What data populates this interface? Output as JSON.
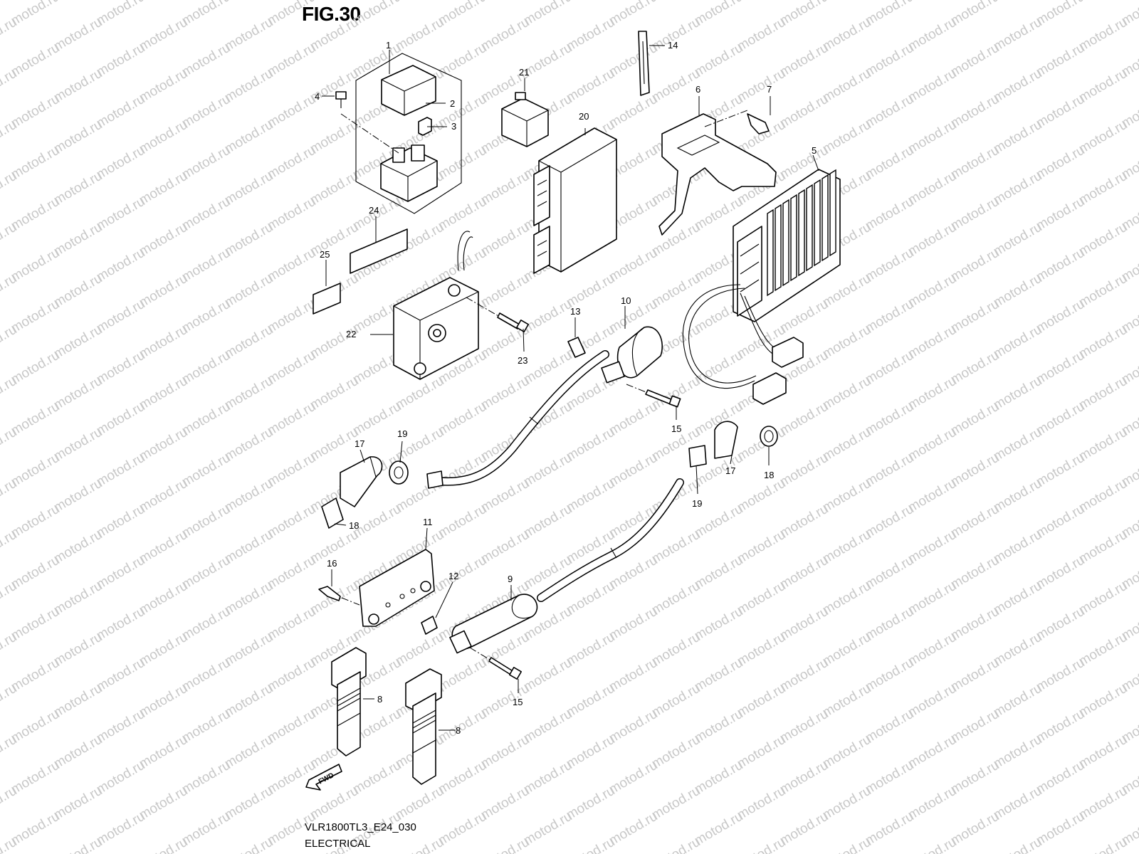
{
  "figure": {
    "title": "FIG.30",
    "model_code": "VLR1800TL3_E24_030",
    "section_name": "ELECTRICAL",
    "watermark": "motod.ru",
    "fwd_label": "FWD"
  },
  "callouts": {
    "c1": "1",
    "c2": "2",
    "c3": "3",
    "c4": "4",
    "c5": "5",
    "c6": "6",
    "c7": "7",
    "c8a": "8",
    "c8b": "8",
    "c9": "9",
    "c10": "10",
    "c11": "11",
    "c12": "12",
    "c13": "13",
    "c14": "14",
    "c15a": "15",
    "c15b": "15",
    "c16": "16",
    "c17a": "17",
    "c17b": "17",
    "c18a": "18",
    "c18b": "18",
    "c19a": "19",
    "c19b": "19",
    "c20": "20",
    "c21": "21",
    "c22": "22",
    "c23": "23",
    "c24": "24",
    "c25": "25"
  },
  "colors": {
    "ink": "#000000",
    "watermark": "#c8c8c8",
    "background": "#ffffff"
  }
}
